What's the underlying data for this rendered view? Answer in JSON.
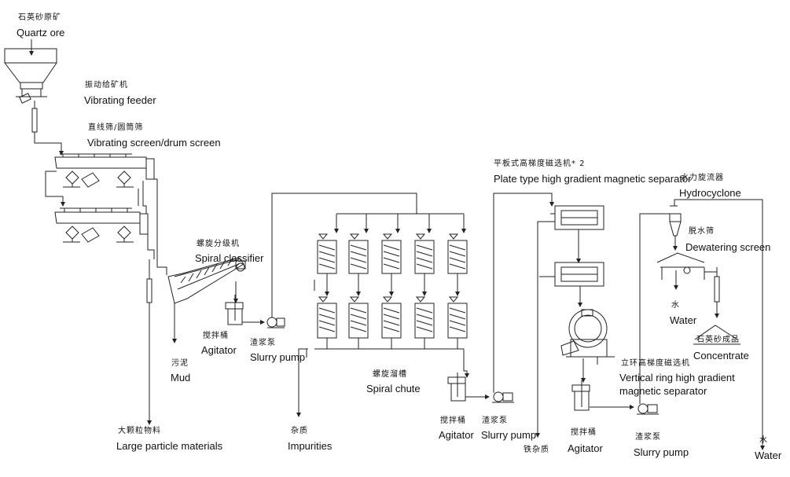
{
  "labels": {
    "quartz_ore": {
      "zh": "石英砂原矿",
      "en": "Quartz ore"
    },
    "vibrating_feeder": {
      "zh": "振动给矿机",
      "en": "Vibrating feeder"
    },
    "vibrating_screen": {
      "zh": "直线筛/圆筒筛",
      "en": "Vibrating screen/drum screen"
    },
    "spiral_classifier": {
      "zh": "螺旋分级机",
      "en": "Spiral classifier"
    },
    "agitator_1": {
      "zh": "搅拌桶",
      "en": "Agitator"
    },
    "slurry_pump_1": {
      "zh": "渣浆泵",
      "en": "Slurry pump"
    },
    "mud": {
      "zh": "污泥",
      "en": "Mud"
    },
    "large_particles": {
      "zh": "大颗粒物料",
      "en": "Large particle materials"
    },
    "impurities": {
      "zh": "杂质",
      "en": "Impurities"
    },
    "spiral_chute": {
      "zh": "螺旋溜槽",
      "en": "Spiral chute"
    },
    "agitator_2": {
      "zh": "搅拌桶",
      "en": "Agitator"
    },
    "slurry_pump_2": {
      "zh": "渣浆泵",
      "en": "Slurry pump"
    },
    "plate_separator": {
      "zh": "平板式高梯度磁选机* 2",
      "en": "Plate type high gradient magnetic separator"
    },
    "iron_impurities": {
      "zh": "铁杂质",
      "en": ""
    },
    "agitator_3": {
      "zh": "搅拌桶",
      "en": "Agitator"
    },
    "slurry_pump_3": {
      "zh": "渣浆泵",
      "en": "Slurry pump"
    },
    "vertical_ring": {
      "zh": "立环高梯度磁选机",
      "en": "Vertical ring high gradient",
      "en2": "magnetic separator"
    },
    "hydrocyclone": {
      "zh": "水力旋流器",
      "en": "Hydrocyclone"
    },
    "dewatering_screen": {
      "zh": "脱水筛",
      "en": "Dewatering screen"
    },
    "water_1": {
      "zh": "水",
      "en": "Water"
    },
    "concentrate": {
      "zh": "石英砂成品",
      "en": "Concentrate"
    },
    "water_2": {
      "zh": "水",
      "en": "Water"
    }
  }
}
